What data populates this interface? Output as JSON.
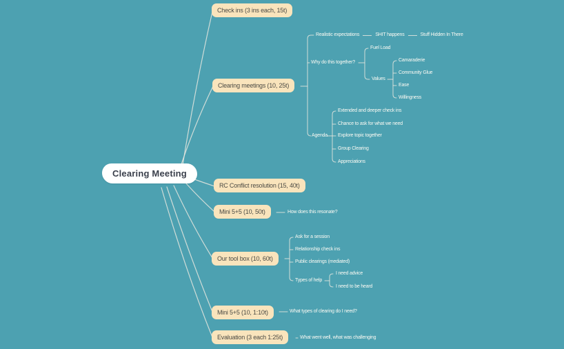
{
  "colors": {
    "background": "#4DA1B1",
    "branch_fill": "#F9E4BC",
    "branch_text": "#4B4A44",
    "root_fill": "#FFFFFF",
    "root_text": "#3A3F4B",
    "connector": "#E9E8DF",
    "leaf_text": "#FBFAF3"
  },
  "mindmap": {
    "root": "Clearing Meeting",
    "children": [
      {
        "label": "Check ins (3 ins each, 15t)",
        "children": []
      },
      {
        "label": "Clearing meetings (10, 25t)",
        "children": [
          {
            "label": "Realistic expectations",
            "children": [
              {
                "label": "SHIT happens",
                "children": [
                  {
                    "label": "Stuff Hidden In There",
                    "children": []
                  }
                ]
              }
            ]
          },
          {
            "label": "Why do this together?",
            "children": [
              {
                "label": "Fuel Load",
                "children": []
              },
              {
                "label": "Values",
                "children": [
                  {
                    "label": "Camaraderie",
                    "children": []
                  },
                  {
                    "label": "Community Glue",
                    "children": []
                  },
                  {
                    "label": "Ease",
                    "children": []
                  },
                  {
                    "label": "Willingness",
                    "children": []
                  }
                ]
              }
            ]
          },
          {
            "label": "Agenda",
            "children": [
              {
                "label": "Extended and deeper check ins",
                "children": []
              },
              {
                "label": "Chance to ask for what we need",
                "children": []
              },
              {
                "label": "Explore topic together",
                "children": []
              },
              {
                "label": "Group Clearing",
                "children": []
              },
              {
                "label": "Appreciations",
                "children": []
              }
            ]
          }
        ]
      },
      {
        "label": "RC Conflict resolution (15, 40t)",
        "children": []
      },
      {
        "label": "Mini 5+5 (10, 50t)",
        "children": [
          {
            "label": "How does this resonate?",
            "children": []
          }
        ]
      },
      {
        "label": "Our tool box (10, 60t)",
        "children": [
          {
            "label": "Ask for a session",
            "children": []
          },
          {
            "label": "Relationship check ins",
            "children": []
          },
          {
            "label": "Public clearings (mediated)",
            "children": []
          },
          {
            "label": "Types of help",
            "children": [
              {
                "label": "I need advice",
                "children": []
              },
              {
                "label": "I need to be heard",
                "children": []
              }
            ]
          }
        ]
      },
      {
        "label": "Mini 5+5 (10, 1:10t)",
        "children": [
          {
            "label": "What types of clearing do I need?",
            "children": []
          }
        ]
      },
      {
        "label": "Evaluation (3 each 1:25t)",
        "children": [
          {
            "label": "What went well, what was challenging",
            "children": []
          }
        ]
      }
    ]
  }
}
